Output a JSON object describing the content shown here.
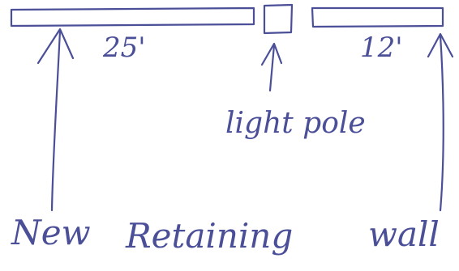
{
  "ink_color": "#4a4f98",
  "background": "#ffffff",
  "diagram": {
    "left_wall_length": "25'",
    "right_wall_length": "12'",
    "light_pole_label": "light pole",
    "caption_words": [
      "New",
      "Retaining",
      "wall"
    ]
  }
}
